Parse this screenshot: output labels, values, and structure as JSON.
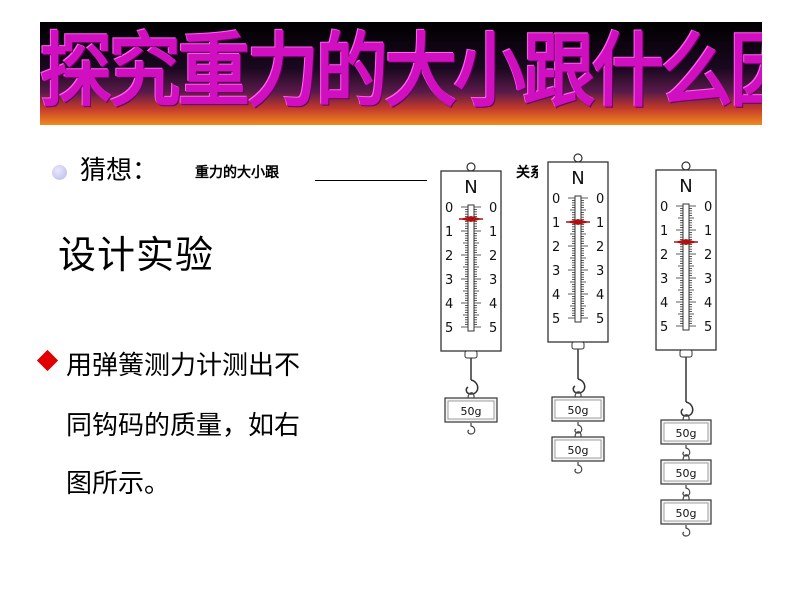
{
  "title": "探究重力的大小跟什么因素有关",
  "guess": {
    "label": "猜想：",
    "text": "重力的大小跟",
    "tail": "关系"
  },
  "design_heading": "设计实验",
  "instruction_lines": [
    "用弹簧测力计测出不",
    "同钩码的质量，如右",
    "图所示。"
  ],
  "scale": {
    "unit": "N",
    "tick_labels": [
      "0",
      "1",
      "2",
      "3",
      "4",
      "5"
    ]
  },
  "spring_scales": [
    {
      "reading_N": 0.5,
      "weights": [
        "50g"
      ]
    },
    {
      "reading_N": 1.0,
      "weights": [
        "50g",
        "50g"
      ]
    },
    {
      "reading_N": 1.5,
      "weights": [
        "50g",
        "50g",
        "50g"
      ]
    }
  ],
  "colors": {
    "title_text": "#d010c0",
    "pointer": "#b01010",
    "diamond_bullet": "#e00000"
  }
}
